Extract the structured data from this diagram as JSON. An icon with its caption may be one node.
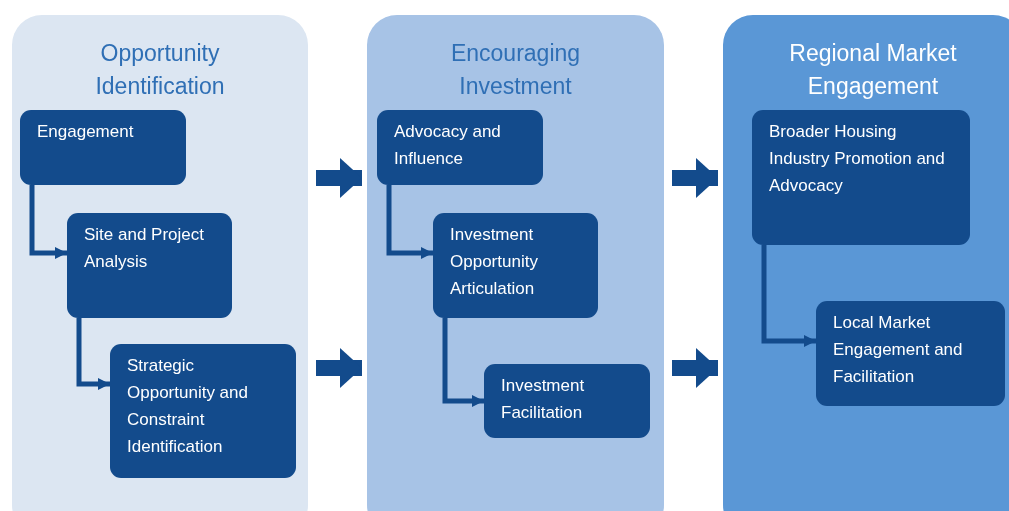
{
  "diagram": {
    "nodes": [
      {
        "text": [
          "Opportunity Identification"
        ]
      },
      {
        "text": [
          "Engagement"
        ],
        "in": 0
      },
      {
        "text": [
          "Site and Project Analysis"
        ],
        "in": 0
      },
      {
        "text": [
          "Strategic Opportunity and Constraint Identification"
        ],
        "in": 0
      },
      {
        "text": [
          "Encouraging Investment"
        ]
      },
      {
        "text": [
          "Advocacy and Influence"
        ],
        "in": 4
      },
      {
        "text": [
          "Investment Opportunity Articulation"
        ],
        "in": 4
      },
      {
        "text": [
          "Investment Facilitation"
        ],
        "in": 4
      },
      {
        "text": [
          "Regional Market Engagement"
        ]
      },
      {
        "text": [
          "Broader Housing Industry Promotion and Advocacy"
        ],
        "in": 8
      },
      {
        "text": [
          "Local Market Engagement and Facilitation"
        ],
        "in": 8
      }
    ],
    "edges": [
      {
        "from": 1,
        "to": 2,
        "arrow": "to"
      },
      {
        "from": 2,
        "to": 3,
        "arrow": "to"
      },
      {
        "from": 5,
        "to": 6,
        "arrow": "to"
      },
      {
        "from": 6,
        "to": 7,
        "arrow": "to"
      },
      {
        "from": 9,
        "to": 10,
        "arrow": "to"
      },
      {
        "from": 0,
        "to": 4,
        "arrow": "to",
        "style": "thick"
      },
      {
        "from": 0,
        "to": 4,
        "arrow": "to",
        "style": "thick"
      },
      {
        "from": 4,
        "to": 8,
        "arrow": "to",
        "style": "thick"
      },
      {
        "from": 4,
        "to": 8,
        "arrow": "to",
        "style": "thick"
      }
    ]
  }
}
